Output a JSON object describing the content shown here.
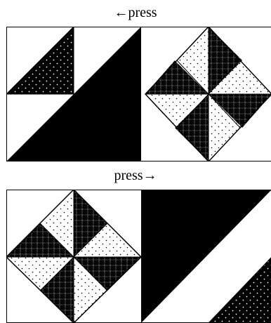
{
  "labels": {
    "top": "←press",
    "bottom": "press→"
  },
  "colors": {
    "ink": "#000000",
    "paper": "#ffffff",
    "pattern_dots": "white-dotted-black",
    "pattern_grid": "white-grid-black",
    "pattern_light": "black-dotted-white"
  }
}
